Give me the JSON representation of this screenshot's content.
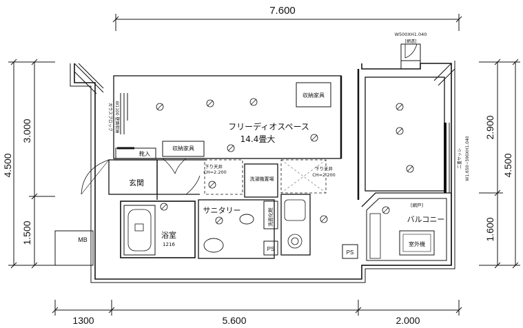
{
  "dimensions": {
    "top_total": "7.600",
    "left_total": "4.500",
    "left_upper": "3.000",
    "left_lower": "1.500",
    "right_total": "4.500",
    "right_upper": "2.900",
    "right_lower": "1.600",
    "bottom_left": "1300",
    "bottom_mid": "5.600",
    "bottom_right": "2.000"
  },
  "rooms": {
    "free_space_name": "フリーディオスペース",
    "free_space_area": "14.4畳大",
    "entrance": "玄関",
    "sanitary": "サニタリー",
    "bath": "浴室",
    "bath_size": "1216",
    "balcony": "バルコニー",
    "mb": "MB",
    "ps_left": "PS",
    "ps_right": "PS"
  },
  "labels": {
    "storage_top": "収納家具",
    "storage_mid": "収納家具",
    "shoes": "靴入",
    "ceiling_left_title": "下り天井",
    "ceiling_left_ch": "CH=2.200",
    "ceiling_right_title": "下り天井",
    "ceiling_right_ch": "CH=2.200",
    "washer": "洗濯機置場",
    "wash_unit": "洗面化粧",
    "outdoor_unit": "室外機",
    "net_label": "[網戸]",
    "window_top_spec": "W500XH1.040",
    "window_top_net": "[網透]",
    "window_right_spec": "W1.650~590XH1.040",
    "window_right_type": "二重サッシ",
    "sliding_spec": "ガラスブロック",
    "left_vert_note": "W1100 壁面収納"
  }
}
